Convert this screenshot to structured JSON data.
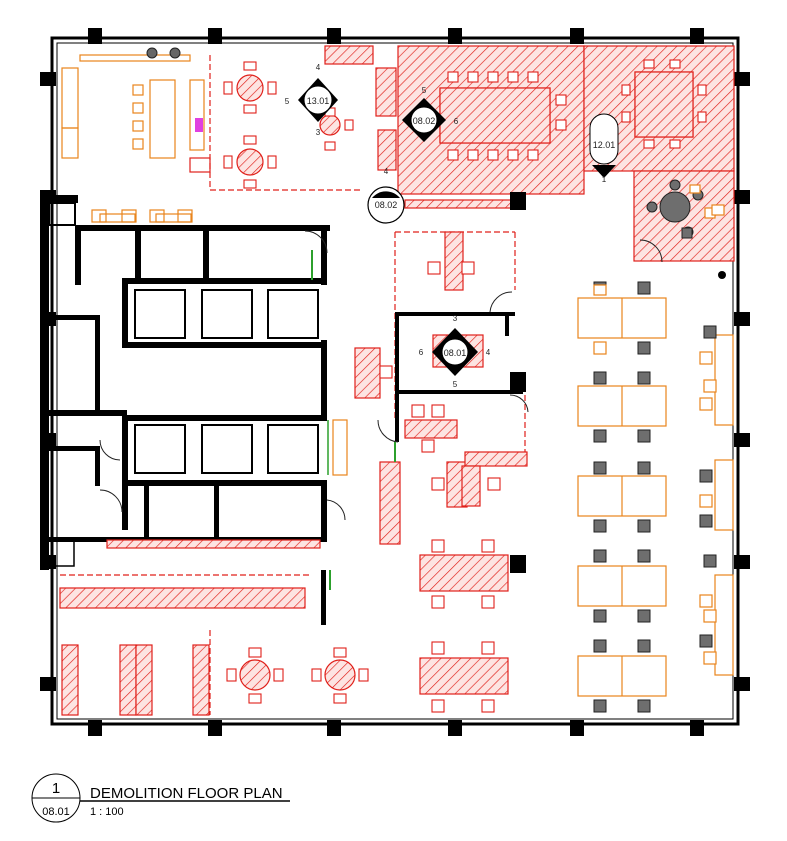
{
  "title": {
    "number": "1",
    "sheet": "08.01",
    "text": "DEMOLITION FLOOR PLAN",
    "scale": "1 : 100"
  },
  "tags": [
    {
      "id": "13.01",
      "nums": [
        "4",
        "5",
        "3"
      ]
    },
    {
      "id": "08.02",
      "nums": [
        "5",
        "6"
      ]
    },
    {
      "id": "12.01",
      "nums": [
        "1"
      ]
    },
    {
      "id": "08.02",
      "nums": [
        "4"
      ]
    },
    {
      "id": "08.01",
      "nums": [
        "3",
        "6",
        "4",
        "5"
      ]
    }
  ],
  "colors": {
    "demolition": "#e0201a",
    "furniture": "#e8841c",
    "wall": "#000000",
    "chair": "#6e6e6e",
    "accent": "#e040e0"
  }
}
